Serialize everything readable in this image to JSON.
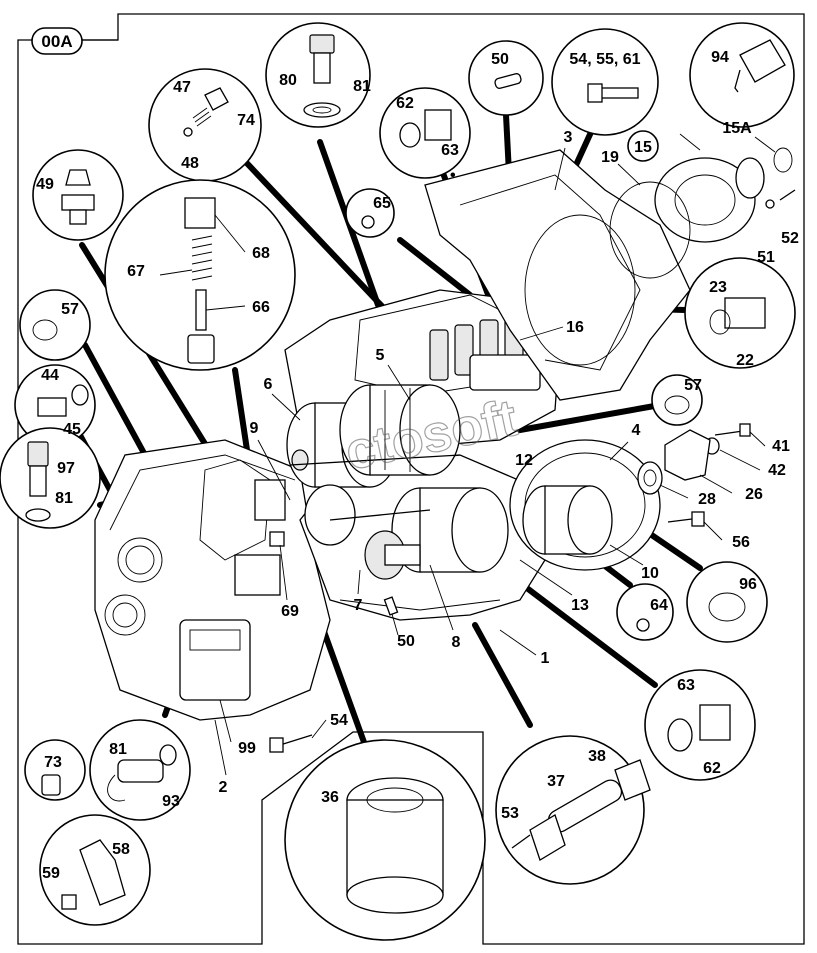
{
  "sheet_id": "00A",
  "watermark": "ctosoft",
  "callouts": [
    {
      "id": "c1",
      "text": "1"
    },
    {
      "id": "c2",
      "text": "2"
    },
    {
      "id": "c3",
      "text": "3"
    },
    {
      "id": "c4",
      "text": "4"
    },
    {
      "id": "c5",
      "text": "5"
    },
    {
      "id": "c6",
      "text": "6"
    },
    {
      "id": "c7",
      "text": "7"
    },
    {
      "id": "c8",
      "text": "8"
    },
    {
      "id": "c9",
      "text": "9"
    },
    {
      "id": "c10",
      "text": "10"
    },
    {
      "id": "c12",
      "text": "12"
    },
    {
      "id": "c13",
      "text": "13"
    },
    {
      "id": "c15",
      "text": "15"
    },
    {
      "id": "c15a",
      "text": "15A"
    },
    {
      "id": "c16",
      "text": "16"
    },
    {
      "id": "c19",
      "text": "19"
    },
    {
      "id": "c22",
      "text": "22"
    },
    {
      "id": "c23",
      "text": "23"
    },
    {
      "id": "c26",
      "text": "26"
    },
    {
      "id": "c28",
      "text": "28"
    },
    {
      "id": "c36",
      "text": "36"
    },
    {
      "id": "c37",
      "text": "37"
    },
    {
      "id": "c38",
      "text": "38"
    },
    {
      "id": "c41",
      "text": "41"
    },
    {
      "id": "c42",
      "text": "42"
    },
    {
      "id": "c44",
      "text": "44"
    },
    {
      "id": "c45",
      "text": "45"
    },
    {
      "id": "c47",
      "text": "47"
    },
    {
      "id": "c48",
      "text": "48"
    },
    {
      "id": "c49",
      "text": "49"
    },
    {
      "id": "c50a",
      "text": "50"
    },
    {
      "id": "c50b",
      "text": "50"
    },
    {
      "id": "c51",
      "text": "51"
    },
    {
      "id": "c52",
      "text": "52"
    },
    {
      "id": "c53",
      "text": "53"
    },
    {
      "id": "c54a",
      "text": "54, 55, 61"
    },
    {
      "id": "c54b",
      "text": "54"
    },
    {
      "id": "c56",
      "text": "56"
    },
    {
      "id": "c57a",
      "text": "57"
    },
    {
      "id": "c57b",
      "text": "57"
    },
    {
      "id": "c58",
      "text": "58"
    },
    {
      "id": "c59",
      "text": "59"
    },
    {
      "id": "c62a",
      "text": "62"
    },
    {
      "id": "c62b",
      "text": "62"
    },
    {
      "id": "c63a",
      "text": "63"
    },
    {
      "id": "c63b",
      "text": "63"
    },
    {
      "id": "c64",
      "text": "64"
    },
    {
      "id": "c65",
      "text": "65"
    },
    {
      "id": "c66",
      "text": "66"
    },
    {
      "id": "c67",
      "text": "67"
    },
    {
      "id": "c68",
      "text": "68"
    },
    {
      "id": "c69",
      "text": "69"
    },
    {
      "id": "c73",
      "text": "73"
    },
    {
      "id": "c74",
      "text": "74"
    },
    {
      "id": "c80",
      "text": "80"
    },
    {
      "id": "c81a",
      "text": "81"
    },
    {
      "id": "c81b",
      "text": "81"
    },
    {
      "id": "c81c",
      "text": "81"
    },
    {
      "id": "c93",
      "text": "93"
    },
    {
      "id": "c94",
      "text": "94"
    },
    {
      "id": "c96",
      "text": "96"
    },
    {
      "id": "c97",
      "text": "97"
    },
    {
      "id": "c99",
      "text": "99"
    }
  ]
}
